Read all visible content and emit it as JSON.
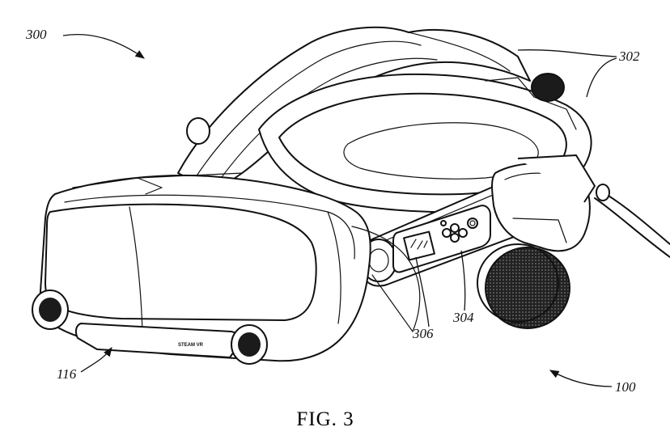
{
  "figure": {
    "caption": "FIG. 3",
    "labels": {
      "assembly": "300",
      "strap": "302",
      "control_panel": "304",
      "display_window": "306",
      "front_cover": "116",
      "headset": "100"
    },
    "badge_text": "STEAM VR"
  }
}
